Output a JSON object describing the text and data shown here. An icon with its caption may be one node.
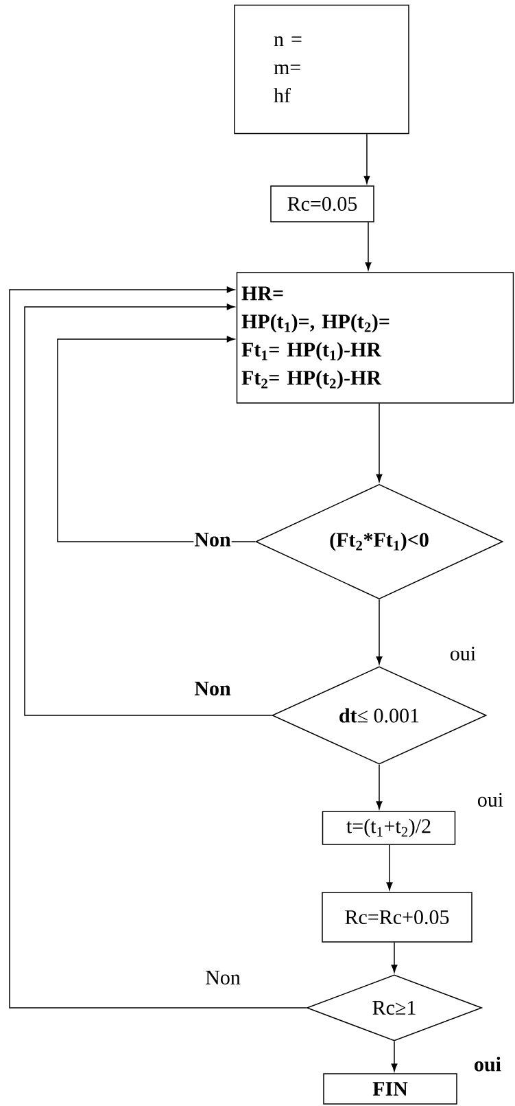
{
  "diagram": {
    "nodes": [
      {
        "text": [
          "n =",
          "m=",
          "hf"
        ]
      },
      {
        "text": [
          "Rc=0.05"
        ]
      },
      {
        "text": [
          "HR=",
          "HP(t$_{1}$)=, HP(t$_{2}$)=",
          "Ft$_{1}$= HP(t$_{1}$)-HR",
          "Ft$_{2}$= HP(t$_{2}$)-HR"
        ]
      },
      {
        "text": [
          "(Ft$_{2}$*Ft$_{1}$)<0"
        ]
      },
      {
        "text": [
          "**dt**≤ 0.001"
        ]
      },
      {
        "text": [
          "t=(t$_{1}$+t$_{2}$)/2"
        ]
      },
      {
        "text": [
          "Rc=Rc+0.05"
        ]
      },
      {
        "text": [
          "Rc≥1"
        ]
      },
      {
        "text": [
          "FIN"
        ]
      }
    ],
    "edges": [
      {
        "from": 0,
        "to": 1,
        "arrow": "to"
      },
      {
        "from": 1,
        "to": 2,
        "arrow": "to"
      },
      {
        "from": 2,
        "to": 3,
        "arrow": "to"
      },
      {
        "from": 3,
        "to": 2,
        "arrow": "to",
        "label": "Non"
      },
      {
        "from": 3,
        "to": 4,
        "arrow": "to",
        "label": "oui"
      },
      {
        "from": 4,
        "to": 2,
        "arrow": "to",
        "label": "Non"
      },
      {
        "from": 4,
        "to": 5,
        "arrow": "to",
        "label": "oui"
      },
      {
        "from": 5,
        "to": 6,
        "arrow": "to"
      },
      {
        "from": 6,
        "to": 7,
        "arrow": "to"
      },
      {
        "from": 7,
        "to": 2,
        "arrow": "to",
        "label": "Non"
      },
      {
        "from": 7,
        "to": 8,
        "arrow": "to",
        "label": "oui"
      }
    ]
  }
}
